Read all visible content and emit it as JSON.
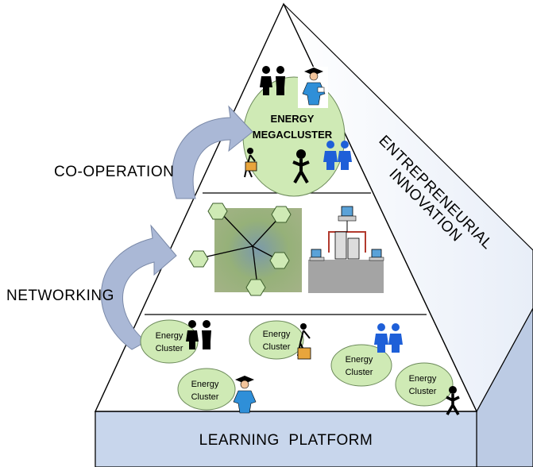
{
  "diagram": {
    "labels": {
      "base": "LEARNING  PLATFORM",
      "cooperation": "CO-OPERATION",
      "networking": "NETWORKING",
      "side_line1": "ENTREPRENEURIAL",
      "side_line2": "INNOVATION",
      "megacluster_line1": "ENERGY",
      "megacluster_line2": "MEGACLUSTER"
    },
    "clusters": [
      {
        "line1": "Energy",
        "line2": "Cluster"
      },
      {
        "line1": "Energy",
        "line2": "Cluster"
      },
      {
        "line1": "Energy",
        "line2": "Cluster"
      },
      {
        "line1": "Energy",
        "line2": "Cluster"
      },
      {
        "line1": "Energy",
        "line2": "Cluster"
      }
    ],
    "colors": {
      "base_fill": "#c8d6ec",
      "cluster_fill": "#cfeab5",
      "arrow_fill": "#aab8d6",
      "blue_people": "#1e5fd8",
      "server_red": "#b23a2e"
    }
  }
}
